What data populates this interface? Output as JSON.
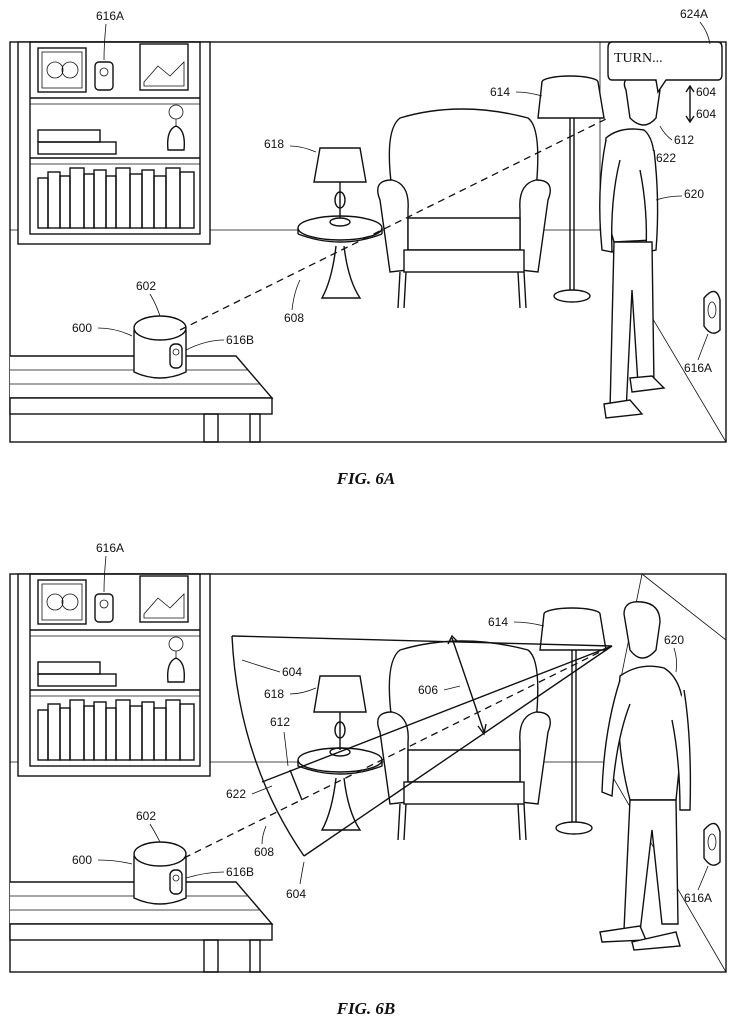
{
  "figures": [
    {
      "caption": "FIG. 6A",
      "labels": {
        "camera_top": "616A",
        "camera_wall": "616A",
        "camera_front": "616B",
        "bubble_ref": "624A",
        "lamp": "614",
        "lamp_table": "618",
        "person": "620",
        "eye": "612",
        "gaze": "622",
        "range_top": "604",
        "range_bottom": "604",
        "device": "600",
        "device_top": "602",
        "sightline": "608"
      },
      "bubble_text": "TURN..."
    },
    {
      "caption": "FIG. 6B",
      "labels": {
        "camera_top": "616A",
        "camera_wall": "616A",
        "camera_front": "616B",
        "lamp": "614",
        "lamp_table": "618",
        "person": "620",
        "range_top": "604",
        "range_bottom": "604",
        "field": "606",
        "eye": "612",
        "gaze": "622",
        "device": "600",
        "device_top": "602",
        "sightline": "608"
      }
    }
  ]
}
